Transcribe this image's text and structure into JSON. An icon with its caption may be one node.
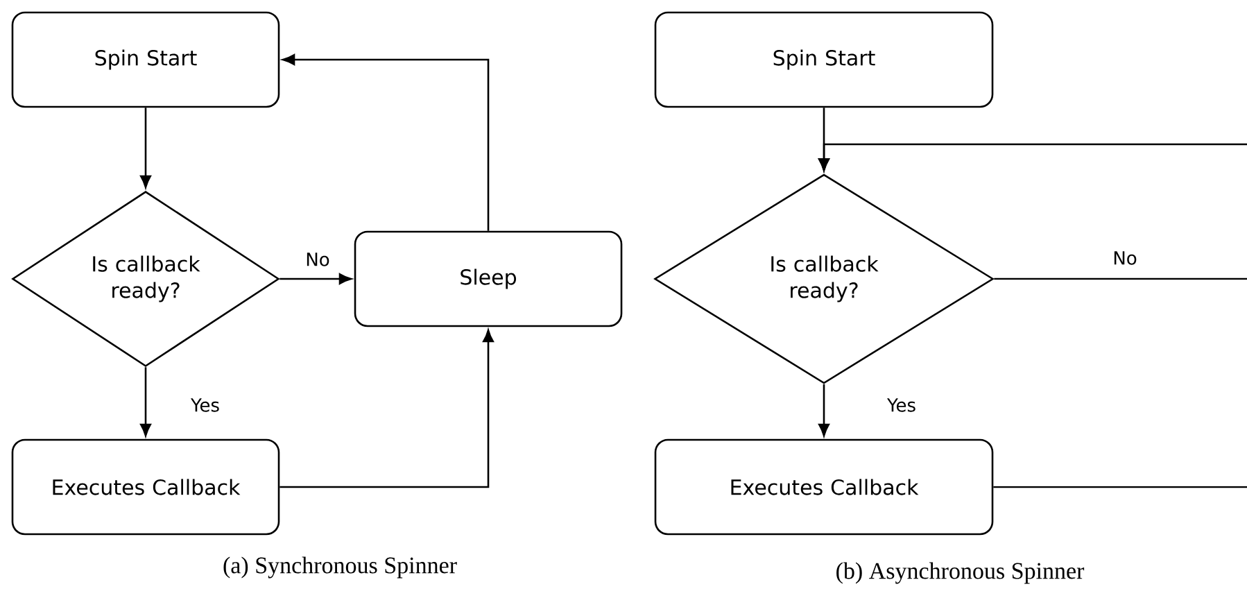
{
  "diagram": {
    "nodes": [
      {
        "text": [
          "Spin Start"
        ]
      },
      {
        "text": [
          "Is callback ready?"
        ]
      },
      {
        "text": [
          "Sleep"
        ]
      },
      {
        "text": [
          "Executes Callback"
        ]
      },
      {
        "text": [
          "Spin Start"
        ]
      },
      {
        "text": [
          "Is callback ready?"
        ]
      },
      {
        "text": [
          "Executes Callback"
        ]
      }
    ],
    "edges": [
      {
        "from": 0,
        "to": 1,
        "arrow": "to"
      },
      {
        "from": 1,
        "to": 2,
        "arrow": "to",
        "label": "No"
      },
      {
        "from": 1,
        "to": 3,
        "arrow": "to",
        "label": "Yes"
      },
      {
        "from": 3,
        "to": 2,
        "arrow": "to"
      },
      {
        "from": 2,
        "to": 0,
        "arrow": "to"
      },
      {
        "from": 4,
        "to": 5,
        "arrow": "to"
      },
      {
        "from": null,
        "to": 5,
        "arrow": "to"
      },
      {
        "from": 5,
        "to": null,
        "arrow": "none",
        "label": "No"
      },
      {
        "from": 5,
        "to": 6,
        "arrow": "to",
        "label": "Yes"
      },
      {
        "from": 6,
        "to": null,
        "arrow": "none"
      }
    ],
    "labels": [
      "(a) Synchronous Spinner",
      "(b) Asynchronous Spinner"
    ]
  }
}
